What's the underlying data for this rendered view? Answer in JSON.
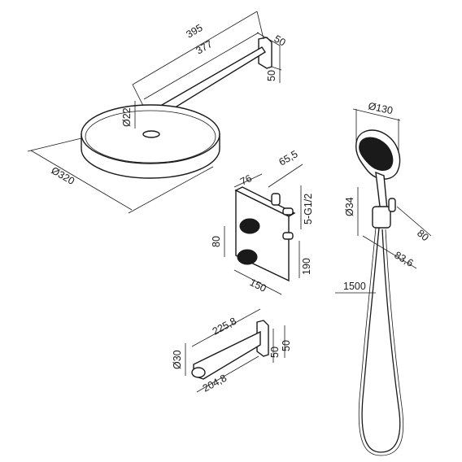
{
  "shower_head": {
    "arm_length_outer": "395",
    "arm_length_inner": "377",
    "flange_width": "50",
    "flange_height": "50",
    "arm_diameter": "Ø22",
    "head_diameter": "Ø320"
  },
  "thermostat": {
    "width_top": "76",
    "depth": "65,5",
    "connection": "5-G1/2",
    "knob_spacing": "80",
    "height": "190",
    "width": "150"
  },
  "spout": {
    "length_outer": "225,8",
    "length_inner": "204,8",
    "diameter": "Ø30",
    "flange_width": "50",
    "flange_height": "50"
  },
  "hand_shower": {
    "head_diameter": "Ø130",
    "holder_diameter": "Ø34",
    "holder_height": "80",
    "holder_depth": "83,6",
    "hose_length": "1500"
  }
}
